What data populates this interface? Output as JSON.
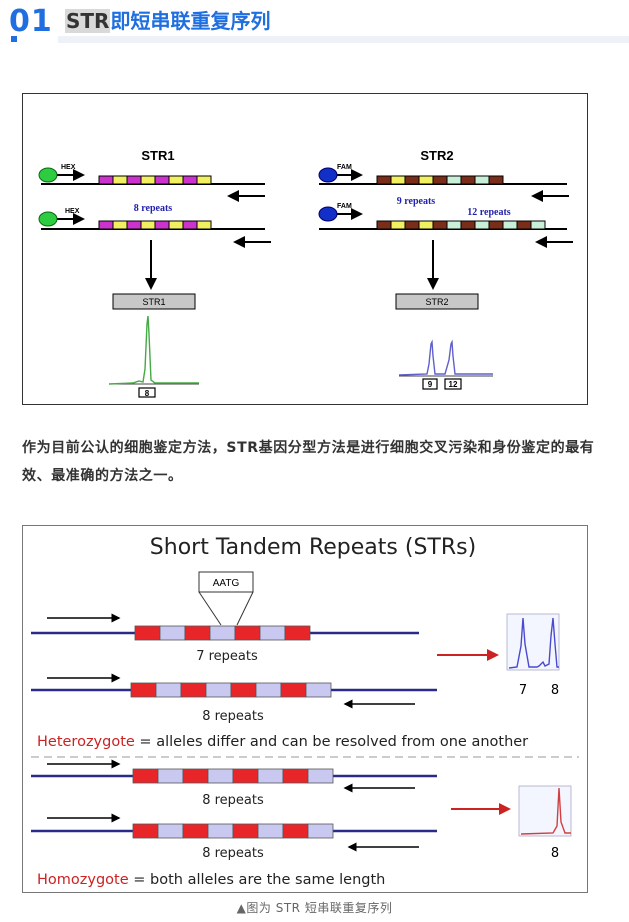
{
  "header": {
    "number": "01",
    "title_highlight": "STR",
    "title_rest": "即短串联重复序列"
  },
  "figure1": {
    "str1": {
      "title": "STR1",
      "dye": "HEX",
      "repeats_text": "8 repeats",
      "box_label": "STR1",
      "peak_label": "8"
    },
    "str2": {
      "title": "STR2",
      "dye": "FAM",
      "repeats_text_a": "9 repeats",
      "repeats_text_b": "12 repeats",
      "box_label": "STR2",
      "peak_label_a": "9",
      "peak_label_b": "12"
    },
    "colors": {
      "hex_dye": "#2ecc40",
      "fam_dye": "#1230c8",
      "magenta": "#cc33cc",
      "yellow": "#f0f060",
      "brown": "#7a2e1a",
      "mint": "#c8f0d8",
      "green_peak": "#44aa44",
      "blue_peak": "#6060cc"
    }
  },
  "paragraph": "作为目前公认的细胞鉴定方法，STR基因分型方法是进行细胞交叉污染和身份鉴定的最有效、最准确的方法之一。",
  "figure2": {
    "title": "Short Tandem Repeats (STRs)",
    "motif": "AATG",
    "repeats_7": "7 repeats",
    "repeats_8a": "8 repeats",
    "repeats_8b": "8 repeats",
    "repeats_8c": "8 repeats",
    "hetero_word": "Heterozygote",
    "hetero_rest": " = alleles differ and can be resolved from one another",
    "homo_word": "Homozygote",
    "homo_rest": " = both alleles are the same length",
    "peak_7": "7",
    "peak_8": "8",
    "peak_8_homo": "8",
    "colors": {
      "red": "#e8262a",
      "lavender": "#c8c8f0",
      "line": "#2a2a88",
      "arrow_red": "#cc2222",
      "blue_peak": "#4a4ad0",
      "red_peak": "#d04040"
    }
  },
  "caption": "▲图为 STR 短串联重复序列"
}
